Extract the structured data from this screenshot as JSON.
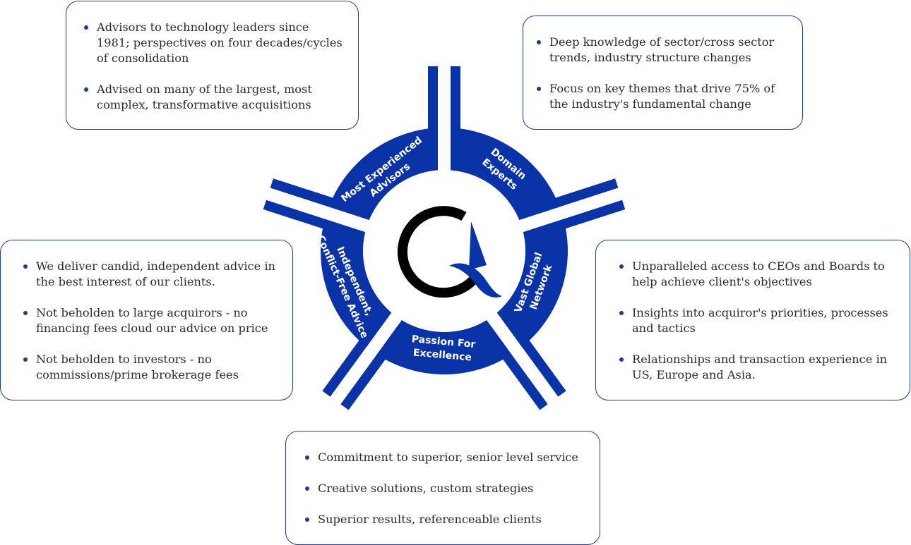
{
  "segments": {
    "experienced": [
      "Most Experienced",
      "Advisors"
    ],
    "domain": [
      "Domain",
      "Experts"
    ],
    "network": [
      "Vast Global",
      "Network"
    ],
    "passion": [
      "Passion For",
      "Excellence"
    ],
    "independent": [
      "Independent,",
      "Conflict-Free Advice"
    ]
  },
  "cards": {
    "experienced": [
      "Advisors to technology leaders since 1981; perspectives on four decades/cycles of consolidation",
      "Advised on many of the largest, most complex, transformative acquisitions"
    ],
    "domain": [
      "Deep knowledge of sector/cross sector trends, industry structure changes",
      "Focus on key themes that drive 75% of the industry's fundamental change"
    ],
    "independent": [
      "We deliver candid, independent advice in the best interest of our clients.",
      "Not beholden to large acquirors - no financing fees cloud our advice on price",
      "Not beholden to investors - no commissions/prime brokerage fees"
    ],
    "network": [
      "Unparalleled access to CEOs and Boards to help achieve client's objectives",
      "Insights into acquiror's priorities, processes and tactics",
      "Relationships and transaction experience in US, Europe and Asia."
    ],
    "passion": [
      "Commitment to superior, senior level service",
      "Creative solutions, custom strategies",
      "Superior results, referenceable clients"
    ]
  },
  "colors": {
    "brand_blue": "#0a33a8",
    "logo_black": "#000000",
    "border": "#1c3a9e"
  },
  "logo": "q-logo"
}
